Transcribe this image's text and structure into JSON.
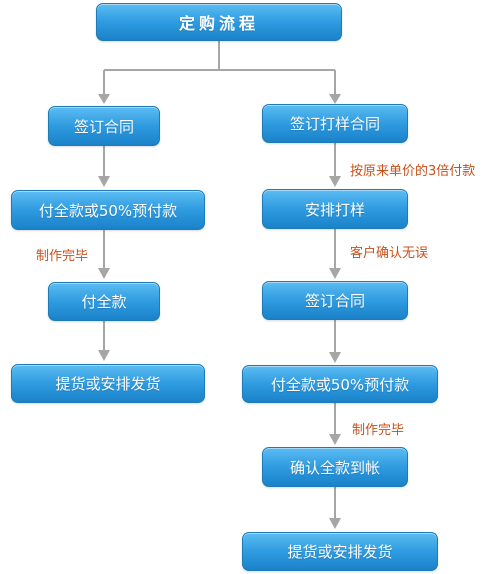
{
  "title": "定购流程",
  "left": {
    "step1": "签订合同",
    "step2": "付全款或50%预付款",
    "note1": "制作完毕",
    "step3": "付全款",
    "step4": "提货或安排发货"
  },
  "right": {
    "step1": "签订打样合同",
    "note1": "按原来单价的3倍付款",
    "step2": "安排打样",
    "note2": "客户确认无误",
    "step3": "签订合同",
    "step4": "付全款或50%预付款",
    "note3": "制作完毕",
    "step5": "确认全款到帐",
    "step6": "提货或安排发货"
  },
  "colors": {
    "node_fill_top": "#5bbcf2",
    "node_fill_bottom": "#1a82c9",
    "connector": "#a6a6a6",
    "note_text": "#c8501a"
  }
}
